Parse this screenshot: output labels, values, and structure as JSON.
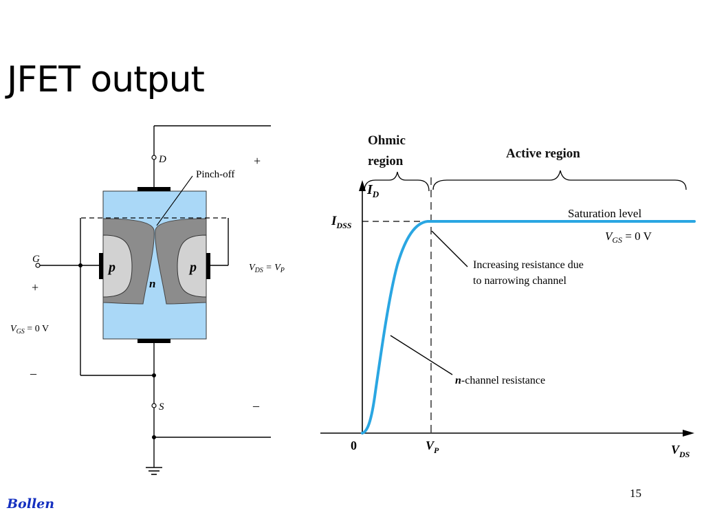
{
  "slide": {
    "title": "JFET output",
    "footer_author": "Bollen",
    "page_number": "15"
  },
  "circuit": {
    "drain_label": "D",
    "source_label": "S",
    "gate_label": "G",
    "pinch_off_label": "Pinch-off",
    "p_region_left": "p",
    "p_region_right": "p",
    "n_channel_label": "n",
    "vds_plus": "+",
    "vds_minus": "–",
    "vgs_plus": "+",
    "vgs_minus": "–",
    "vds_V": "V",
    "vds_sub": "DS",
    "vds_eq": " = V",
    "vds_eq_sub": "P",
    "vgs_V": "V",
    "vgs_sub": "GS",
    "vgs_value": " = 0 V"
  },
  "chart": {
    "region_ohmic_line1": "Ohmic",
    "region_ohmic_line2": "region",
    "region_active": "Active region",
    "y_axis_I": "I",
    "y_axis_sub": "D",
    "x_axis_V": "V",
    "x_axis_sub": "DS",
    "idss_I": "I",
    "idss_sub": "DSS",
    "origin_label": "0",
    "vp_V": "V",
    "vp_sub": "P",
    "saturation_label": "Saturation level",
    "vgs_curve_V": "V",
    "vgs_curve_sub": "GS",
    "vgs_curve_value": " = 0 V",
    "annotation_resistance_line1": "Increasing resistance due",
    "annotation_resistance_line2": "to narrowing channel",
    "annotation_n_italic": "n",
    "annotation_n_rest": "-channel resistance"
  },
  "colors": {
    "curve": "#2aa6e2",
    "channel_fill": "#aad8f7",
    "depletion_fill": "#8c8c8c",
    "p_fill": "#d2d2d2",
    "footer_author": "#1530c0"
  }
}
